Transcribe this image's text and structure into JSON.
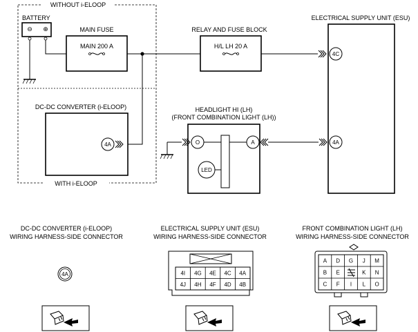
{
  "labels": {
    "without_ieloop": "WITHOUT i-ELOOP",
    "with_ieloop": "WITH i-ELOOP",
    "battery": "BATTERY",
    "battery_minus": "⊖",
    "battery_plus": "⊕",
    "main_fuse": "MAIN FUSE",
    "main_fuse_rating": "MAIN 200 A",
    "relay_block": "RELAY AND FUSE BLOCK",
    "relay_fuse_rating": "H/L LH 20 A",
    "esu": "ELECTRICAL SUPPLY UNIT (ESU)",
    "dcdc": "DC-DC CONVERTER (i-ELOOP)",
    "headlight_line1": "HEADLIGHT HI (LH)",
    "headlight_line2": "(FRONT COMBINATION LIGHT (LH))",
    "led": "LED"
  },
  "terminals": {
    "esu_top": "4C",
    "esu_bottom": "4A",
    "dcdc": "4A",
    "headlight_ground": "O",
    "headlight_power": "A"
  },
  "connectors": {
    "dcdc": {
      "title_line1": "DC-DC CONVERTER (i-ELOOP)",
      "title_line2": "WIRING HARNESS-SIDE CONNECTOR",
      "pin": "4A"
    },
    "esu": {
      "title_line1": "ELECTRICAL SUPPLY UNIT (ESU)",
      "title_line2": "WIRING HARNESS-SIDE CONNECTOR",
      "row1": [
        "4I",
        "4G",
        "4E",
        "4C",
        "4A"
      ],
      "row2": [
        "4J",
        "4H",
        "4F",
        "4D",
        "4B"
      ]
    },
    "front_light": {
      "title_line1": "FRONT COMBINATION LIGHT (LH)",
      "title_line2": "WIRING HARNESS-SIDE CONNECTOR",
      "row1": [
        "A",
        "D",
        "G",
        "J",
        "M"
      ],
      "row2": [
        "B",
        "E",
        "",
        "K",
        "N"
      ],
      "row3": [
        "C",
        "F",
        "I",
        "L",
        "O"
      ]
    }
  }
}
